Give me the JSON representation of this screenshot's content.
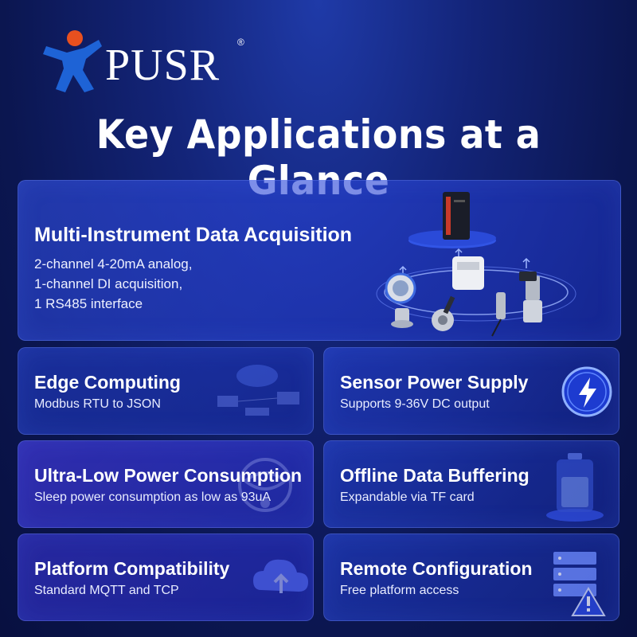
{
  "brand": {
    "name": "PUSR",
    "registered": "®",
    "colors": {
      "figure": "#1e63d6",
      "head": "#e8501f",
      "background": "#0b1650"
    }
  },
  "headline": "Key Applications at a Glance",
  "feature": {
    "title": "Multi-Instrument Data Acquisition",
    "lines": [
      "2-channel 4-20mA analog,",
      "1-channel DI acquisition,",
      "1 RS485 interface"
    ],
    "illustration": "gateway-and-sensors"
  },
  "cards": [
    {
      "title": "Edge Computing",
      "subtitle": "Modbus RTU to JSON",
      "icon": "edge-computing-icon"
    },
    {
      "title": "Sensor Power Supply",
      "subtitle": "Supports 9-36V DC output",
      "icon": "lightning-icon"
    },
    {
      "title": "Ultra-Low Power Consumption",
      "subtitle": "Sleep power consumption as low as 93uA",
      "icon": "network-logo-icon"
    },
    {
      "title": "Offline Data Buffering",
      "subtitle": "Expandable via TF card",
      "icon": "battery-storage-icon"
    },
    {
      "title": "Platform Compatibility",
      "subtitle": "Standard MQTT and TCP",
      "icon": "cloud-upload-icon"
    },
    {
      "title": "Remote Configuration",
      "subtitle": "Free platform access",
      "icon": "server-warning-icon"
    }
  ]
}
